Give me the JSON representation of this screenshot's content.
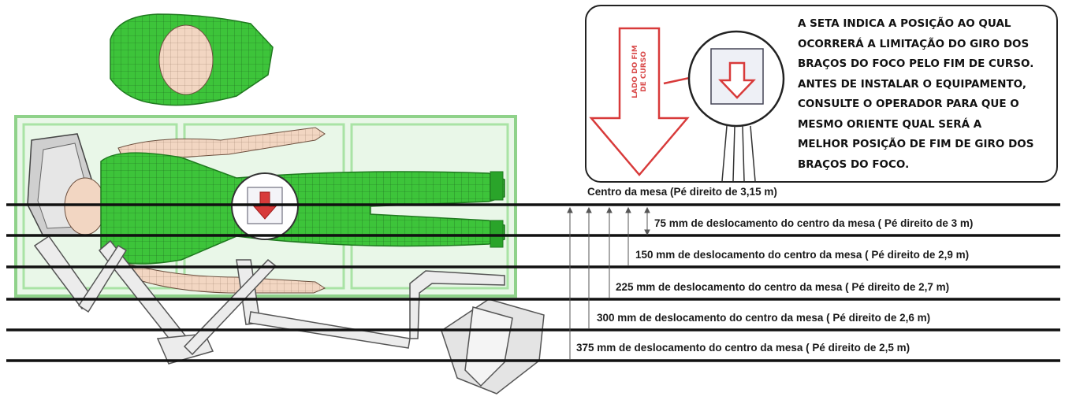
{
  "note": {
    "arrow_label_line1": "LADO DO FIM",
    "arrow_label_line2": "DE CURSO",
    "lines": [
      "A SETA INDICA A POSIÇÃO AO QUAL",
      "OCORRERÁ A LIMITAÇÃO DO GIRO DOS",
      "BRAÇOS DO FOCO PELO FIM DE CURSO.",
      "ANTES DE INSTALAR O EQUIPAMENTO,",
      "CONSULTE O OPERADOR PARA QUE O",
      "MESMO ORIENTE QUAL SERÁ A",
      "MELHOR POSIÇÃO DE FIM DE GIRO DOS",
      "BRAÇOS DO FOCO."
    ]
  },
  "levels": {
    "center": "Centro da mesa (Pé direito de 3,15 m)",
    "offsets": [
      {
        "value": "75",
        "text": "mm de deslocamento do centro da mesa ( Pé direito de 3 m)"
      },
      {
        "value": "150",
        "text": "mm de deslocamento do centro da mesa ( Pé direito de 2,9 m)"
      },
      {
        "value": "225",
        "text": "mm de deslocamento do centro da mesa ( Pé direito de 2,7 m)"
      },
      {
        "value": "300",
        "text": "mm de deslocamento do centro da mesa ( Pé direito de 2,6 m)"
      },
      {
        "value": "375",
        "text": "mm de deslocamento do centro da mesa ( Pé direito de 2,5 m)"
      }
    ]
  },
  "colors": {
    "body_green": "#3dc43a",
    "body_green_dark": "#1f7a1f",
    "skin": "#f2d6c2",
    "table_green": "#a9e3a5",
    "arrow_red": "#d83a3a",
    "line_black": "#111111"
  }
}
